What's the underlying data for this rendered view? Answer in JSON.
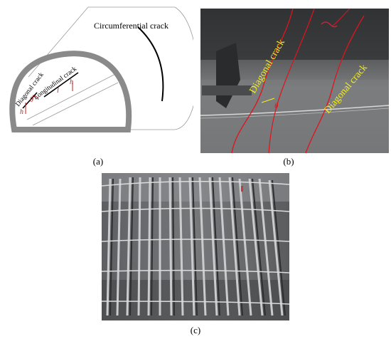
{
  "figure": {
    "panel_a": {
      "caption": "(a)",
      "labels": {
        "circumferential": "Circumferential crack",
        "diagonal": "Diagonal crack",
        "longitudinal": "Longitudinal crack",
        "theta": "θ",
        "l": "l",
        "h": "h"
      },
      "colors": {
        "lining": "#8a8a8a",
        "annotation": "#d21a1a"
      }
    },
    "panel_b": {
      "caption": "(b)",
      "labels": {
        "diagonal_1": "Diagonal crack",
        "diagonal_2": "Diagonal crack",
        "theta": "θ"
      },
      "colors": {
        "label": "#f4ef1e",
        "crack": "#e0141e"
      }
    },
    "panel_c": {
      "caption": "(c)"
    }
  }
}
